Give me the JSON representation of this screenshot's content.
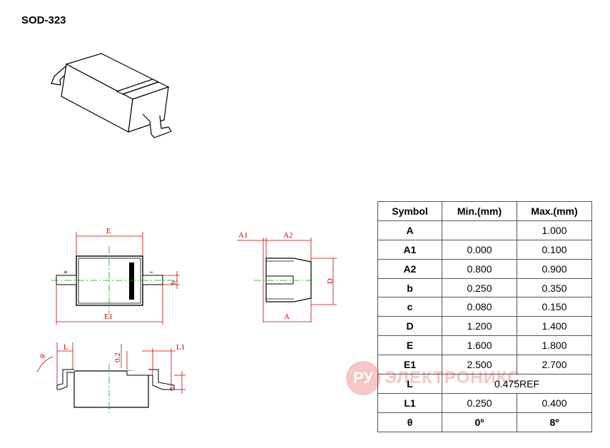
{
  "title": "SOD-323",
  "drawing_labels": {
    "E": "E",
    "E1": "E1",
    "b": "b",
    "plus": "+",
    "minus": "−",
    "A1": "A1",
    "A2": "A2",
    "A": "A",
    "D": "D",
    "theta": "θ",
    "L": "L",
    "L1": "L1",
    "gauge": "0.2",
    "c": "c"
  },
  "table": {
    "headers": [
      "Symbol",
      "Min.(mm)",
      "Max.(mm)"
    ],
    "rows": [
      {
        "symbol": "A",
        "min": "",
        "max": "1.000"
      },
      {
        "symbol": "A1",
        "min": "0.000",
        "max": "0.100"
      },
      {
        "symbol": "A2",
        "min": "0.800",
        "max": "0.900"
      },
      {
        "symbol": "b",
        "min": "0.250",
        "max": "0.350"
      },
      {
        "symbol": "c",
        "min": "0.080",
        "max": "0.150"
      },
      {
        "symbol": "D",
        "min": "1.200",
        "max": "1.400"
      },
      {
        "symbol": "E",
        "min": "1.600",
        "max": "1.800"
      },
      {
        "symbol": "E1",
        "min": "2.500",
        "max": "2.700"
      },
      {
        "symbol": "L",
        "ref": "0.475REF"
      },
      {
        "symbol": "L1",
        "min": "0.250",
        "max": "0.400"
      },
      {
        "symbol": "θ",
        "min": "0º",
        "max": "8º"
      }
    ]
  },
  "watermark": {
    "logo": "РУ",
    "text": "ЭЛЕКТРОНИКС"
  },
  "colors": {
    "dimension": "#cc0000",
    "centerline": "#00aa00",
    "outline": "#000000"
  }
}
